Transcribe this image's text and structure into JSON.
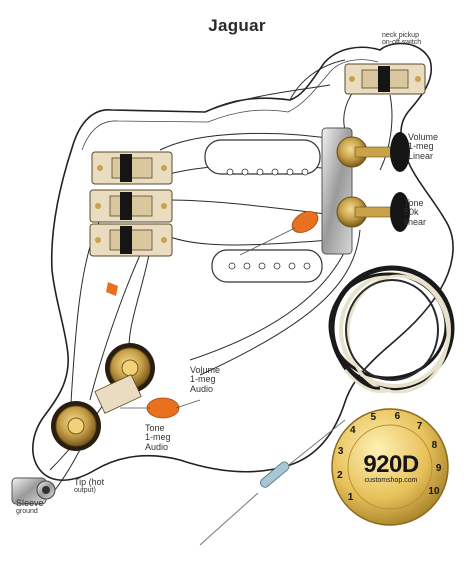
{
  "title": "Jaguar",
  "labels": {
    "neck_switch": [
      "neck pickup",
      "on-off switch"
    ],
    "volume_linear": [
      "Volume",
      "1-meg",
      "Linear"
    ],
    "tone_linear": [
      "Tone",
      "50k",
      "linear"
    ],
    "volume_audio": [
      "Volume",
      "1-meg",
      "Audio"
    ],
    "tone_audio": [
      "Tone",
      "1-meg",
      "Audio"
    ],
    "tip": [
      "Tip (hot",
      "output)"
    ],
    "sleeve": [
      "Sleeve",
      "ground"
    ]
  },
  "knob": {
    "brand": "920D",
    "url": "customshop.com",
    "digits": [
      "1",
      "2",
      "3",
      "4",
      "5",
      "6",
      "7",
      "8",
      "9",
      "10"
    ]
  },
  "colors": {
    "pickguard_outline": "#222222",
    "wire": "#2b2b2b",
    "cap_orange": "#e8701f",
    "switch_cream": "#e9dcc0",
    "pot_brass": "#c9a24a",
    "knob_gold": "#e7c15a",
    "knob_black": "#151515",
    "cable_cream": "#e8e2cc"
  }
}
